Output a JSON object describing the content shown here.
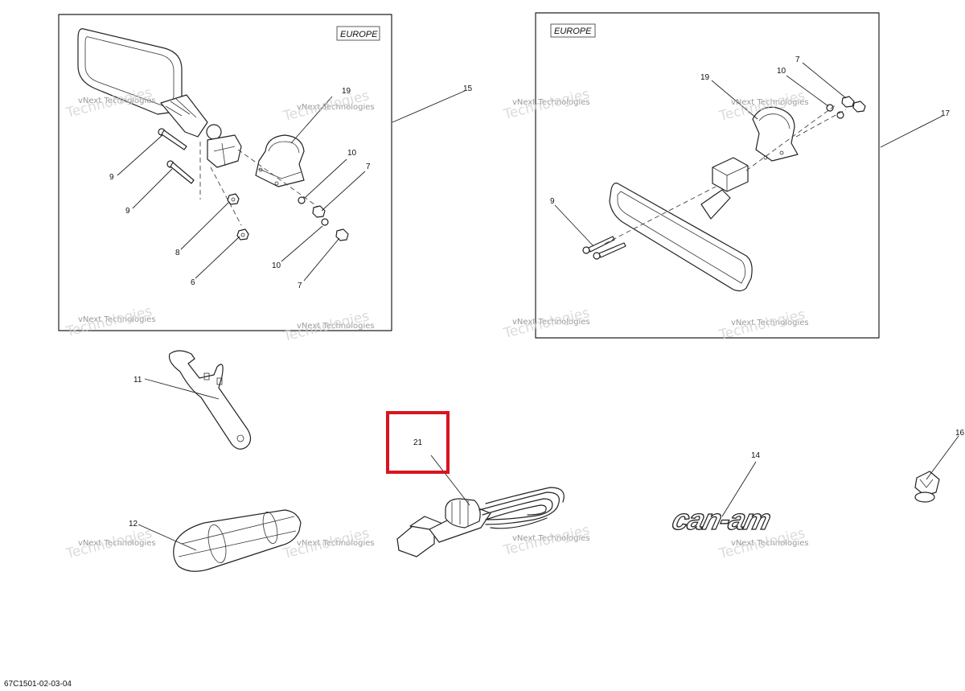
{
  "region_tags": [
    "EUROPE",
    "EUROPE"
  ],
  "callouts": {
    "c6": "6",
    "c7a": "7",
    "c7b": "7",
    "c7c": "7",
    "c8": "8",
    "c9a": "9",
    "c9b": "9",
    "c9c": "9",
    "c10a": "10",
    "c10b": "10",
    "c10c": "10",
    "c11": "11",
    "c12": "12",
    "c14": "14",
    "c15": "15",
    "c16": "16",
    "c17": "17",
    "c19a": "19",
    "c19b": "19",
    "c21": "21"
  },
  "watermark": {
    "small": "vNext Technologies",
    "large": "Technologies"
  },
  "logo_text": "can-am",
  "diagram_code": "67C1501-02-03-04",
  "highlight_color": "#d9141e"
}
